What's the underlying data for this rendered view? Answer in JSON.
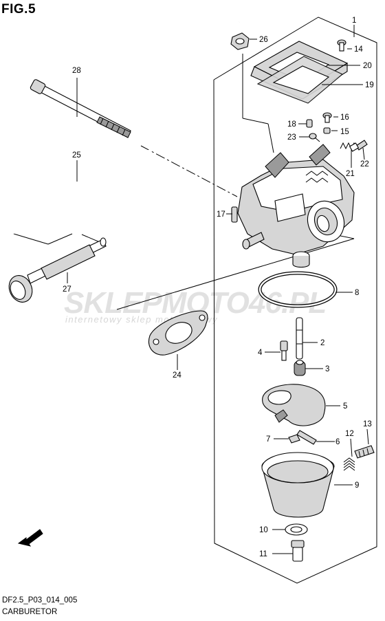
{
  "figure_title": "FIG.5",
  "footer": {
    "code": "DF2.5_P03_014_005",
    "name": "CARBURETOR"
  },
  "watermark": {
    "main": "SKLEPMOTO46.PL",
    "sub": "internetowy sklep motocyklowy"
  },
  "fwd_label": "FWD",
  "callouts": [
    "1",
    "2",
    "3",
    "4",
    "5",
    "6",
    "7",
    "8",
    "9",
    "10",
    "11",
    "12",
    "13",
    "14",
    "15",
    "16",
    "17",
    "18",
    "19",
    "20",
    "21",
    "22",
    "23",
    "24",
    "25",
    "26",
    "27",
    "28"
  ]
}
